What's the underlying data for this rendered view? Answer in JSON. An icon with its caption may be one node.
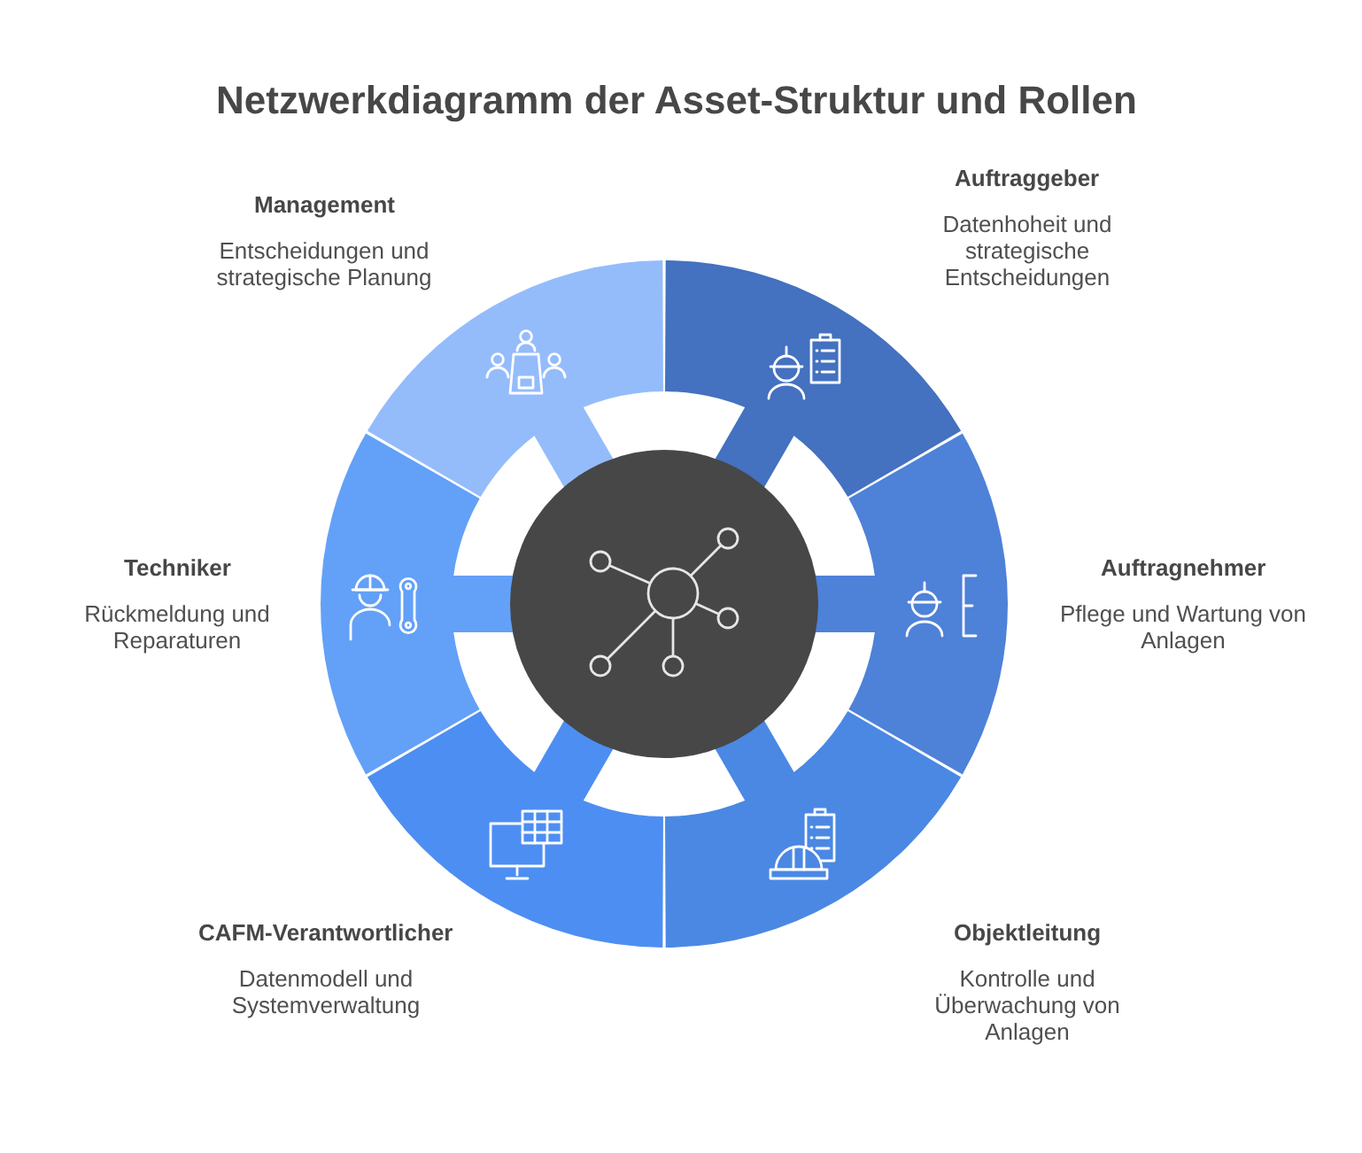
{
  "diagram": {
    "title": "Netzwerkdiagramm der Asset-Struktur und Rollen",
    "nodes": [
      {
        "text": [
          "Management",
          "Entscheidungen und strategische Planung"
        ]
      },
      {
        "text": [
          "Auftraggeber",
          "Datenhoheit und strategische Entscheidungen"
        ]
      },
      {
        "text": [
          "Techniker",
          "Rückmeldung und Reparaturen"
        ]
      },
      {
        "text": [],
        "shape": "circle"
      },
      {
        "text": [
          "Auftragnehmer",
          "Pflege und Wartung von Anlagen"
        ]
      },
      {
        "text": [
          "CAFM-Verantwortlicher",
          "Datenmodell und Systemverwaltung"
        ]
      },
      {
        "text": [
          "Objektleitung",
          "Kontrolle und Überwachung von Anlagen"
        ]
      }
    ]
  }
}
